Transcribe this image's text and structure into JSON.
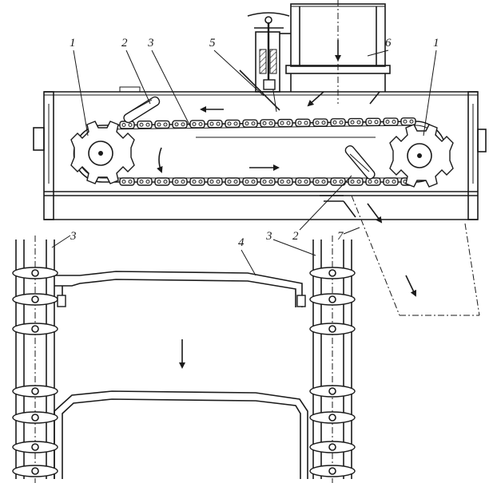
{
  "labels": {
    "sprocket_left": "1",
    "sprocket_right": "1",
    "scraper_top": "2",
    "scraper_bottom": "2",
    "chain_top": "3",
    "chain_left_detail": "3",
    "chain_right_detail": "3",
    "scraper_bar": "4",
    "gate_valve": "5",
    "hopper": "6",
    "outlet_flap": "7"
  },
  "colors": {
    "ink": "#1a1a1a",
    "paper": "#ffffff"
  }
}
